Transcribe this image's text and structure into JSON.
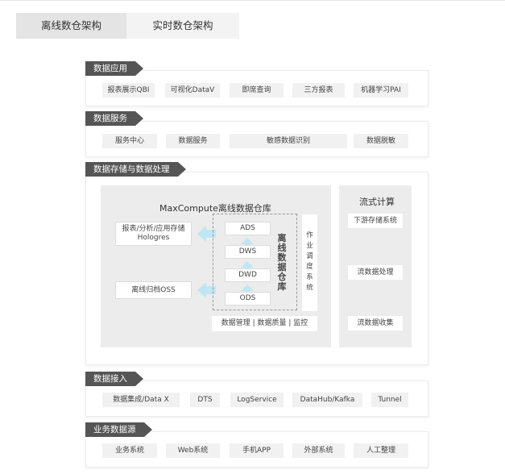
{
  "tabs": [
    {
      "label": "离线数仓架构",
      "active": true
    },
    {
      "label": "实时数仓架构",
      "active": false
    }
  ],
  "sections": {
    "app": {
      "title": "数据应用",
      "items": [
        "报表展示QBI",
        "可视化DataV",
        "即席查询",
        "三方报表",
        "机器学习PAI"
      ]
    },
    "service": {
      "title": "数据服务",
      "items": [
        "服务中心",
        "数据服务",
        "敏感数据识别",
        "数据脱敏"
      ]
    },
    "storage": {
      "title": "数据存储与数据处理",
      "maxcompute_title": "MaxCompute离线数据仓库",
      "targets": [
        "报表/分析/应用存储",
        "Hologres",
        "离线归档OSS"
      ],
      "layers": [
        "ADS",
        "DWS",
        "DWD",
        "ODS"
      ],
      "warehouse_label": "离线数据仓库",
      "scheduler_label": "作业调度系统",
      "governance": "数据管理 | 数据质量 | 监控",
      "stream_title": "流式计算",
      "stream_items": [
        "下游存储系统",
        "流数据处理",
        "流数据收集"
      ]
    },
    "ingest": {
      "title": "数据接入",
      "items": [
        "数据集成/Data X",
        "DTS",
        "LogService",
        "DataHub/Kafka",
        "Tunnel"
      ]
    },
    "source": {
      "title": "业务数据源",
      "items": [
        "业务系统",
        "Web系统",
        "手机APP",
        "外部系统",
        "人工整理"
      ]
    }
  },
  "colors": {
    "title_bg": "#555555",
    "chip_bg": "#f1f1f1",
    "panel_bg": "#ececec",
    "arrow": "#bfe6f2"
  }
}
